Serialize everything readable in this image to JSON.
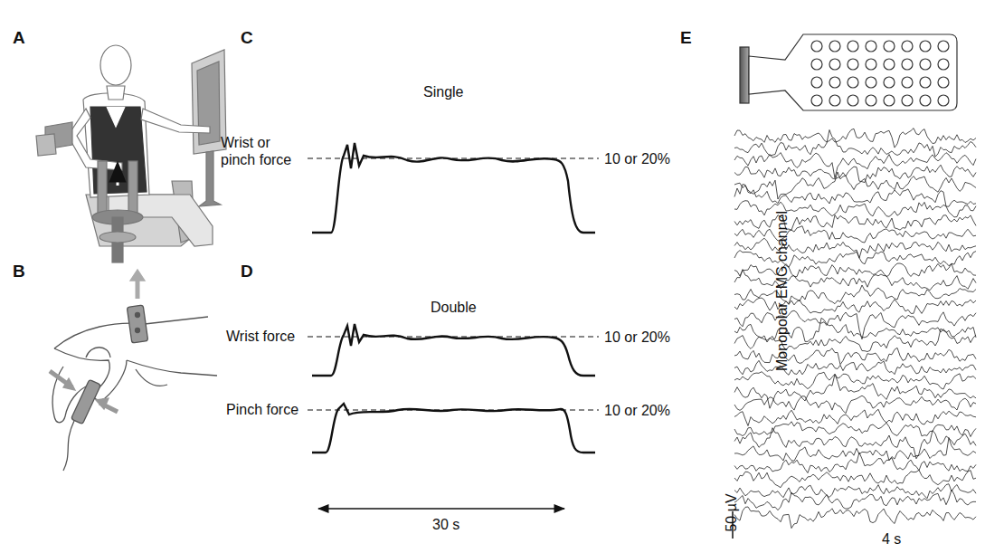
{
  "diagram": {
    "labels": [
      "A",
      "B",
      "C",
      "D",
      "E",
      "Single",
      "Wrist or pinch force",
      "10 or 20%",
      "Double",
      "Wrist force",
      "10 or 20%",
      "Pinch force",
      "10 or 20%",
      "30 s",
      "Monopolar EMG channel",
      "50 µV",
      "4 s"
    ]
  }
}
